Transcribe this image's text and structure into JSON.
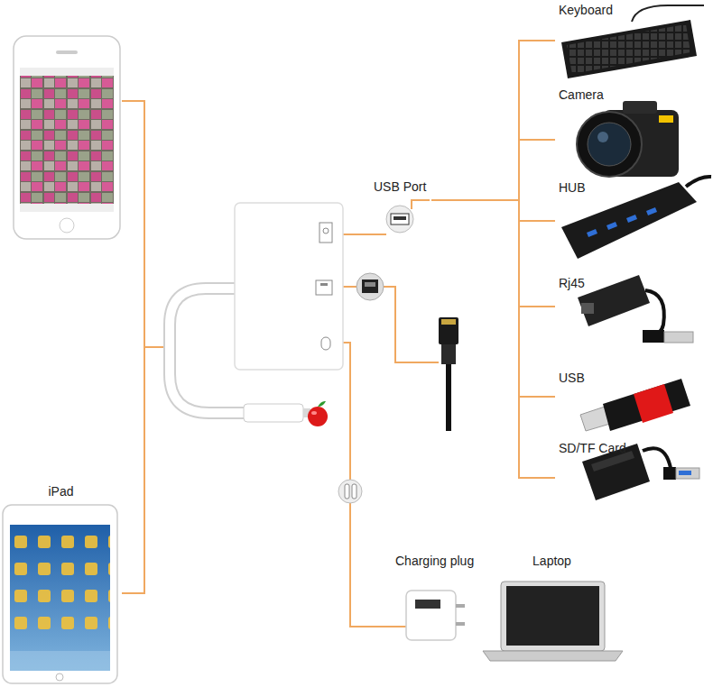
{
  "diagram": {
    "nodes": [
      {
        "text": [
          "Keyboard"
        ]
      },
      {
        "text": [
          "Camera"
        ]
      },
      {
        "text": [
          "USB Port"
        ]
      },
      {
        "text": [
          "HUB"
        ]
      },
      {
        "text": [
          "Rj45"
        ]
      },
      {
        "text": [
          "USB"
        ]
      },
      {
        "text": [
          "SD/TF Card"
        ]
      },
      {
        "text": [
          "iPad"
        ]
      },
      {
        "text": [
          "Charging plug"
        ]
      },
      {
        "text": [
          "Laptop"
        ]
      }
    ],
    "edges": [
      {
        "from": 2,
        "to": 0,
        "arrow": "none"
      },
      {
        "from": 2,
        "to": 1,
        "arrow": "none"
      },
      {
        "from": 2,
        "to": 3,
        "arrow": "none"
      },
      {
        "from": 2,
        "to": 4,
        "arrow": "none"
      },
      {
        "from": 2,
        "to": 5,
        "arrow": "none"
      },
      {
        "from": 2,
        "to": 6,
        "arrow": "none"
      }
    ]
  }
}
